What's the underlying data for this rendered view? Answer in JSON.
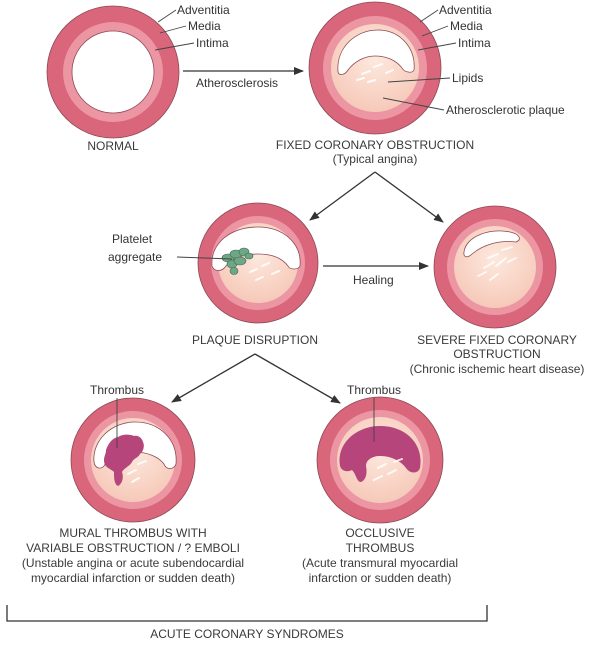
{
  "figure": {
    "bottom_group_label": "ACUTE CORONARY SYNDROMES",
    "colors": {
      "adventitia": "#d9667a",
      "media": "#e58595",
      "intima": "#f2aab4",
      "plaque": "#f8d2c4",
      "plaque_light": "#fbe3d6",
      "lipid_streak": "#ffffff",
      "lumen": "#ffffff",
      "platelet": "#6fa686",
      "thrombus": "#b5457a",
      "arrow": "#333333",
      "text": "#333333"
    }
  },
  "nodes": {
    "normal": {
      "caption": [
        "NORMAL"
      ],
      "layer_labels": [
        "Adventitia",
        "Media",
        "Intima"
      ]
    },
    "fixed": {
      "caption": [
        "FIXED CORONARY OBSTRUCTION",
        "(Typical angina)"
      ],
      "layer_labels": [
        "Adventitia",
        "Media",
        "Intima",
        "Lipids",
        "Atherosclerotic plaque"
      ]
    },
    "disruption": {
      "caption": [
        "PLAQUE DISRUPTION"
      ],
      "labels": [
        "Platelet",
        "aggregate"
      ]
    },
    "severe": {
      "caption": [
        "SEVERE FIXED CORONARY",
        "OBSTRUCTION",
        "(Chronic ischemic heart disease)"
      ]
    },
    "mural": {
      "caption": [
        "MURAL THROMBUS WITH",
        "VARIABLE OBSTRUCTION / ? EMBOLI",
        "(Unstable angina or acute subendocardial",
        "myocardial infarction or sudden death)"
      ],
      "label": "Thrombus"
    },
    "occlusive": {
      "caption": [
        "OCCLUSIVE",
        "THROMBUS",
        "(Acute transmural myocardial",
        "infarction or sudden death)"
      ],
      "label": "Thrombus"
    }
  },
  "edges": [
    {
      "from": "normal",
      "to": "fixed",
      "label": "Atherosclerosis"
    },
    {
      "from": "fixed",
      "to": "disruption",
      "label": ""
    },
    {
      "from": "fixed",
      "to": "severe",
      "label": ""
    },
    {
      "from": "disruption",
      "to": "severe",
      "label": "Healing"
    },
    {
      "from": "disruption",
      "to": "mural",
      "label": ""
    },
    {
      "from": "disruption",
      "to": "occlusive",
      "label": ""
    }
  ]
}
